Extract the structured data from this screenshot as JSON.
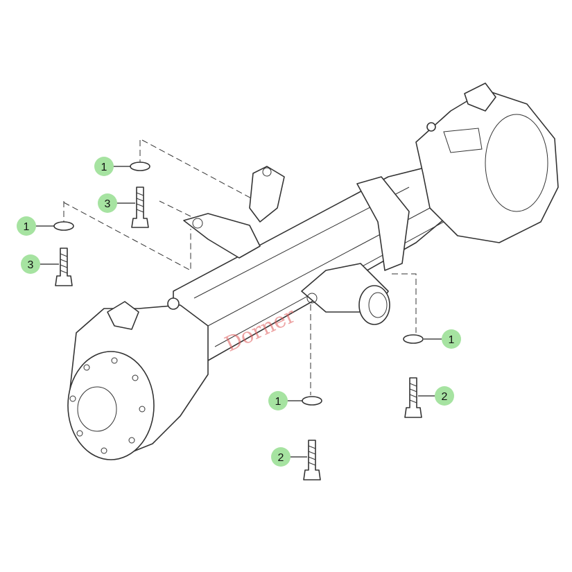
{
  "callouts": [
    {
      "id": "c1a",
      "label": "1"
    },
    {
      "id": "c3a",
      "label": "3"
    },
    {
      "id": "c1b",
      "label": "1"
    },
    {
      "id": "c3b",
      "label": "3"
    },
    {
      "id": "c1c",
      "label": "1"
    },
    {
      "id": "c2c",
      "label": "2"
    },
    {
      "id": "c1d",
      "label": "1"
    },
    {
      "id": "c2d",
      "label": "2"
    }
  ],
  "watermark": {
    "text": "Dorner"
  },
  "colors": {
    "callout_fill": "#a6e3a1",
    "line": "#333333",
    "watermark": "#e05a5a"
  }
}
